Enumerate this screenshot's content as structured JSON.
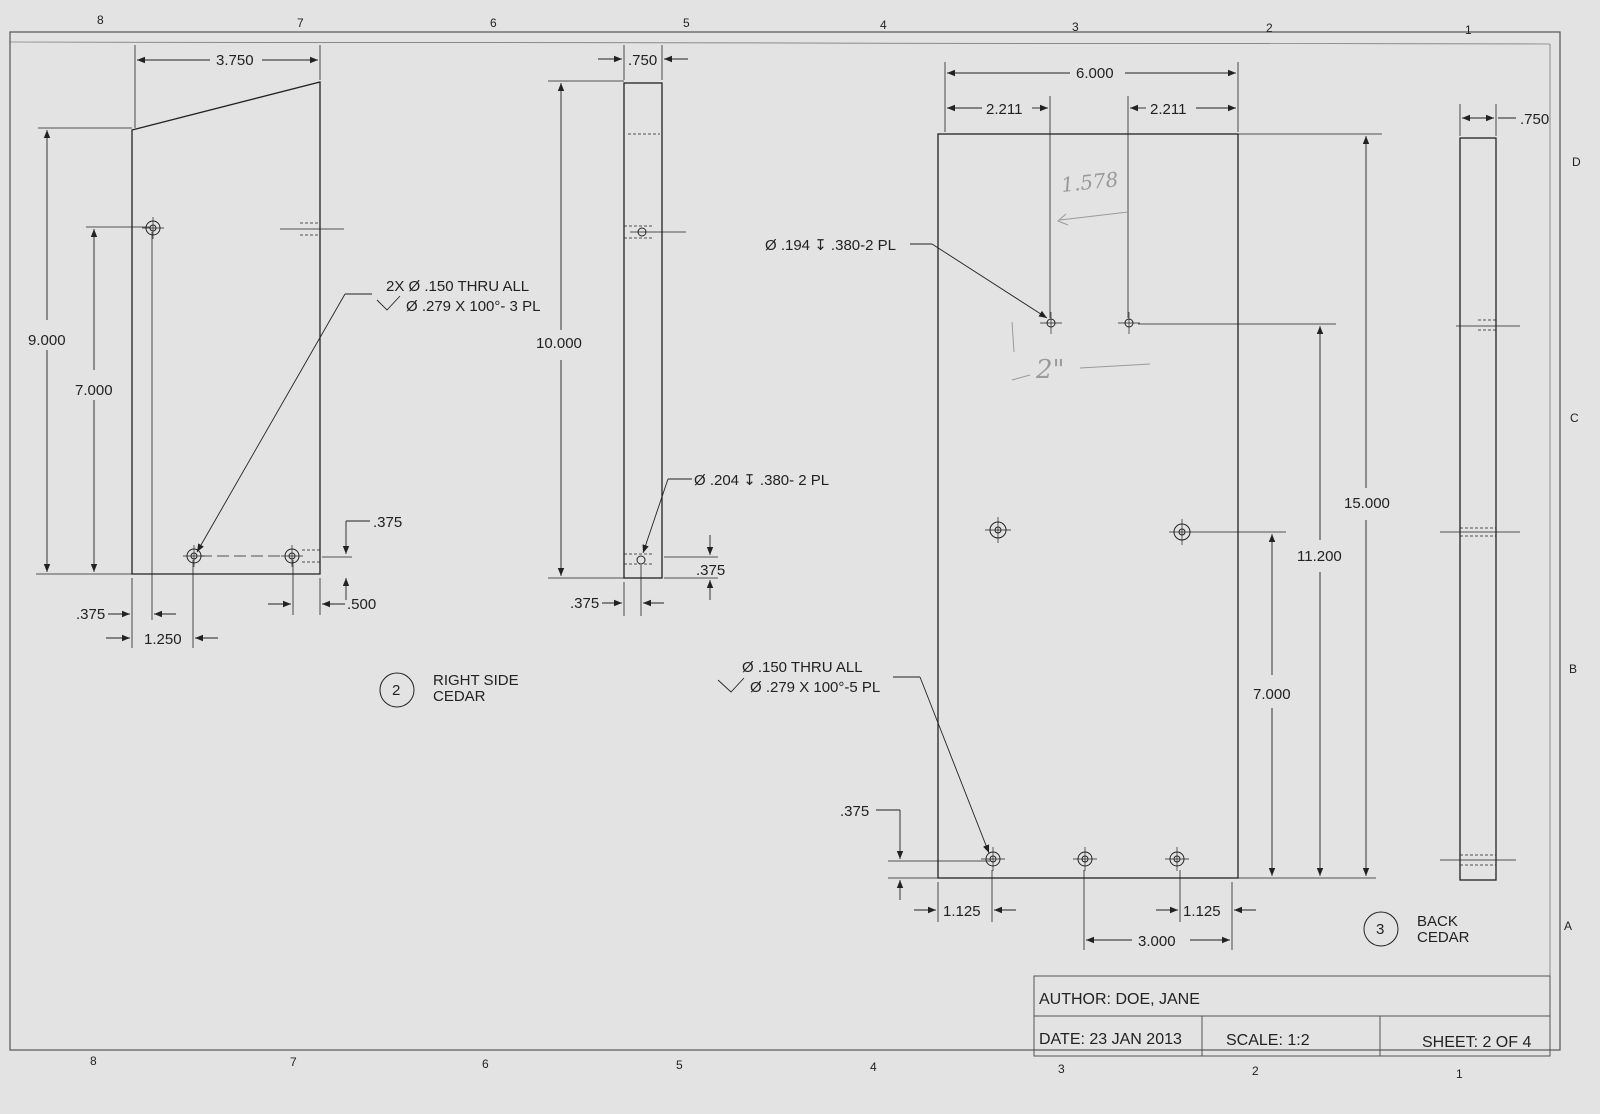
{
  "zones": {
    "columns_top": [
      "8",
      "7",
      "6",
      "5",
      "4",
      "3",
      "2",
      "1"
    ],
    "columns_bottom": [
      "8",
      "7",
      "6",
      "5",
      "4",
      "3",
      "2",
      "1"
    ],
    "rows": [
      "D",
      "C",
      "B",
      "A"
    ]
  },
  "views": {
    "right_side": {
      "dims": {
        "width": "3.750",
        "height_total": "9.000",
        "height_hole": "7.000",
        "hole_bottom": ".375",
        "edge_left": ".375",
        "hole_spacing": "1.250",
        "edge_right": ".500"
      },
      "callout": {
        "line1": "2X Ø .150 THRU ALL",
        "line2": "Ø .279 X 100°- 3 PL"
      },
      "label": {
        "number": "2",
        "line1": "RIGHT SIDE",
        "line2": "CEDAR"
      }
    },
    "edge_view": {
      "dims": {
        "thickness": ".750",
        "height": "10.000",
        "hole_bottom": ".375",
        "edge": ".375"
      },
      "callout": "Ø .204 ↧ .380- 2 PL"
    },
    "back": {
      "dims": {
        "width": "6.000",
        "left_offset": "2.211",
        "right_offset": "2.211",
        "height": "15.000",
        "upper_holes": "11.200",
        "middle_holes": "7.000",
        "bottom_offset": ".375",
        "edge_left": "1.125",
        "edge_right": "1.125",
        "hole_spacing": "3.000"
      },
      "callout_top": "Ø .194 ↧ .380-2 PL",
      "callout_bottom": {
        "line1": "Ø .150 THRU ALL",
        "line2": "Ø .279 X 100°-5 PL"
      },
      "label": {
        "number": "3",
        "line1": "BACK",
        "line2": "CEDAR"
      }
    },
    "back_edge": {
      "dims": {
        "thickness": ".750"
      }
    }
  },
  "handwritten": {
    "note_1": "1.578",
    "note_2": "2\""
  },
  "title_block": {
    "author": "AUTHOR: DOE, JANE",
    "date": "DATE: 23 JAN 2013",
    "scale": "SCALE: 1:2",
    "sheet": "SHEET: 2 OF 4"
  }
}
